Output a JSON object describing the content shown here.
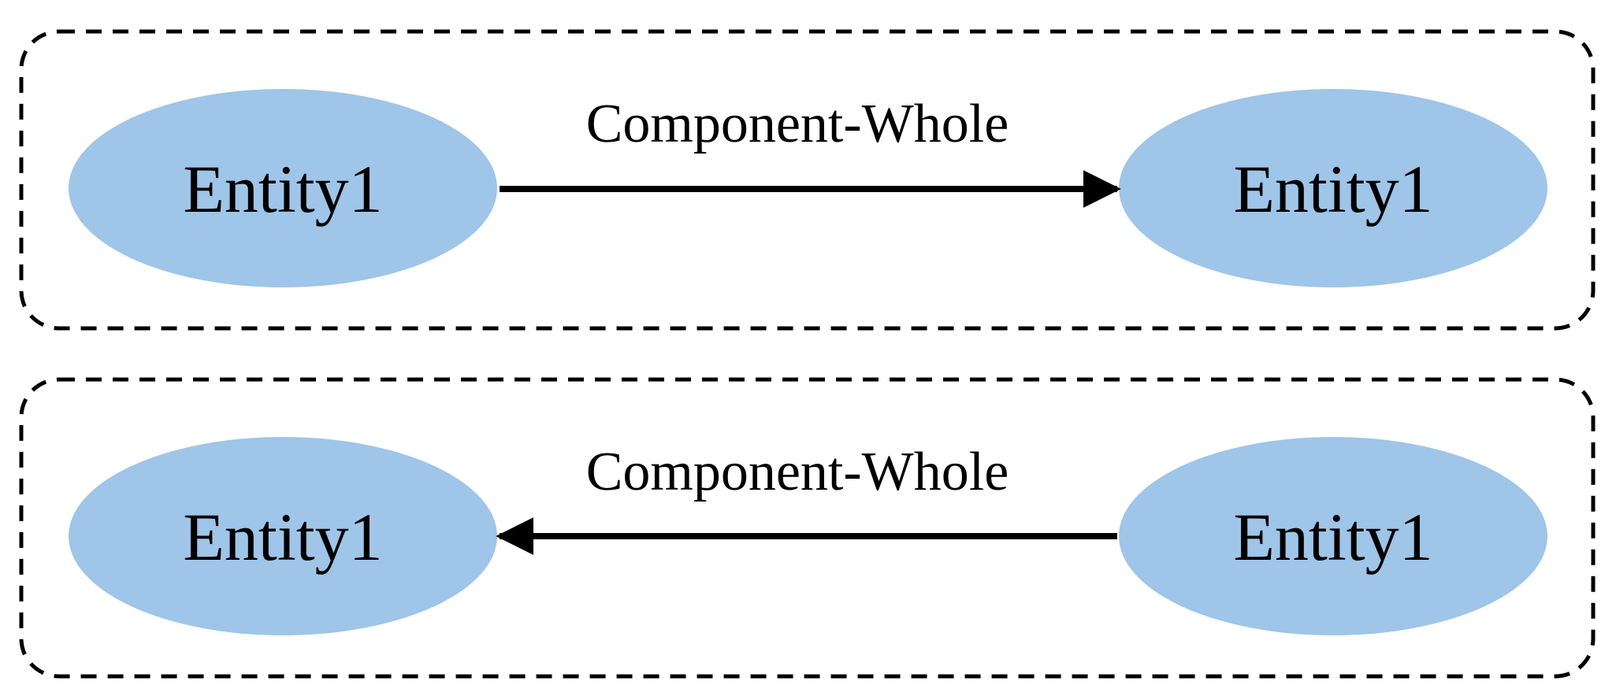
{
  "colors": {
    "entity_fill": "#9fc5e8",
    "stroke": "#000000",
    "background": "#ffffff"
  },
  "panels": [
    {
      "source": {
        "label": "Entity1"
      },
      "target": {
        "label": "Entity1"
      },
      "relation": {
        "label": "Component-Whole",
        "direction": "left-to-right"
      }
    },
    {
      "source": {
        "label": "Entity1"
      },
      "target": {
        "label": "Entity1"
      },
      "relation": {
        "label": "Component-Whole",
        "direction": "right-to-left"
      }
    }
  ]
}
